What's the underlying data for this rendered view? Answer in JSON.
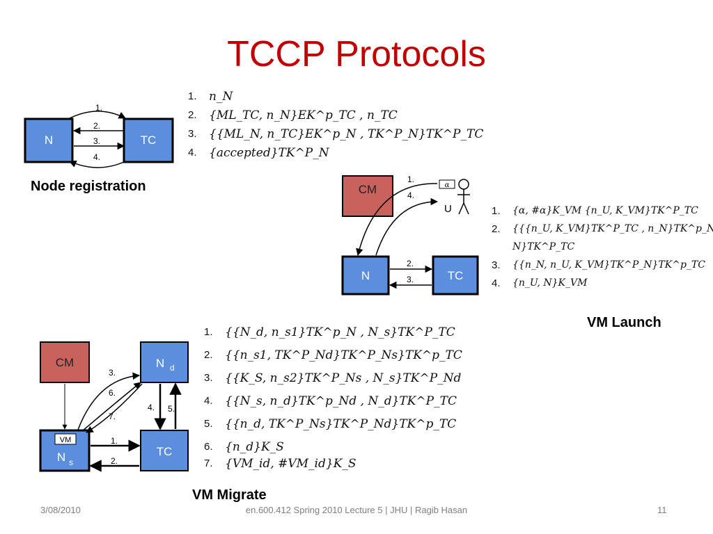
{
  "title": "TCCP Protocols",
  "colors": {
    "title": "#c00000",
    "node_blue": "#5b8fde",
    "node_red": "#c9625d"
  },
  "registration": {
    "caption": "Node registration",
    "nodes": {
      "n": "N",
      "tc": "TC"
    },
    "edges": [
      "1.",
      "2.",
      "3.",
      "4."
    ],
    "steps": [
      {
        "num": "1.",
        "text": "n_N"
      },
      {
        "num": "2.",
        "text": "{ML_TC, n_N}EK^p_TC , n_TC"
      },
      {
        "num": "3.",
        "text": "{{ML_N, n_TC}EK^p_N , TK^P_N}TK^P_TC"
      },
      {
        "num": "4.",
        "text": "{accepted}TK^P_N"
      }
    ]
  },
  "launch": {
    "caption": "VM Launch",
    "nodes": {
      "cm": "CM",
      "n": "N",
      "tc": "TC",
      "u": "U",
      "alpha": "α"
    },
    "edges": [
      "1.",
      "4.",
      "2.",
      "3."
    ],
    "steps": [
      {
        "num": "1.",
        "text": "{α, #α}K_VM {n_U, K_VM}TK^P_TC"
      },
      {
        "num": "2.",
        "text": "{{{n_U, K_VM}TK^P_TC , n_N}TK^p_N ,"
      },
      {
        "num": "",
        "text": "N}TK^P_TC"
      },
      {
        "num": "3.",
        "text": "{{n_N, n_U, K_VM}TK^P_N}TK^p_TC"
      },
      {
        "num": "4.",
        "text": "{n_U, N}K_VM"
      }
    ]
  },
  "migrate": {
    "caption": "VM Migrate",
    "nodes": {
      "cm": "CM",
      "nd": "N",
      "nd_sub": "d",
      "ns": "N",
      "ns_sub": "s",
      "tc": "TC",
      "vm": "VM"
    },
    "edges": [
      "3.",
      "6.",
      "7.",
      "4.",
      "5.",
      "1.",
      "2."
    ],
    "steps": [
      {
        "num": "1.",
        "text": "{{N_d, n_s1}TK^p_N , N_s}TK^P_TC"
      },
      {
        "num": "2.",
        "text": "{{n_s1, TK^P_Nd}TK^P_Ns}TK^p_TC"
      },
      {
        "num": "3.",
        "text": "{{K_S, n_s2}TK^P_Ns , N_s}TK^P_Nd"
      },
      {
        "num": "4.",
        "text": "{{N_s, n_d}TK^p_Nd , N_d}TK^P_TC"
      },
      {
        "num": "5.",
        "text": "{{n_d, TK^P_Ns}TK^P_Nd}TK^p_TC"
      },
      {
        "num": "6.",
        "text": "{n_d}K_S"
      },
      {
        "num": "7.",
        "text": "{VM_id, #VM_id}K_S"
      }
    ]
  },
  "footer": {
    "date": "3/08/2010",
    "course": "en.600.412 Spring 2010 Lecture 5 | JHU | Ragib Hasan",
    "page": "11"
  }
}
